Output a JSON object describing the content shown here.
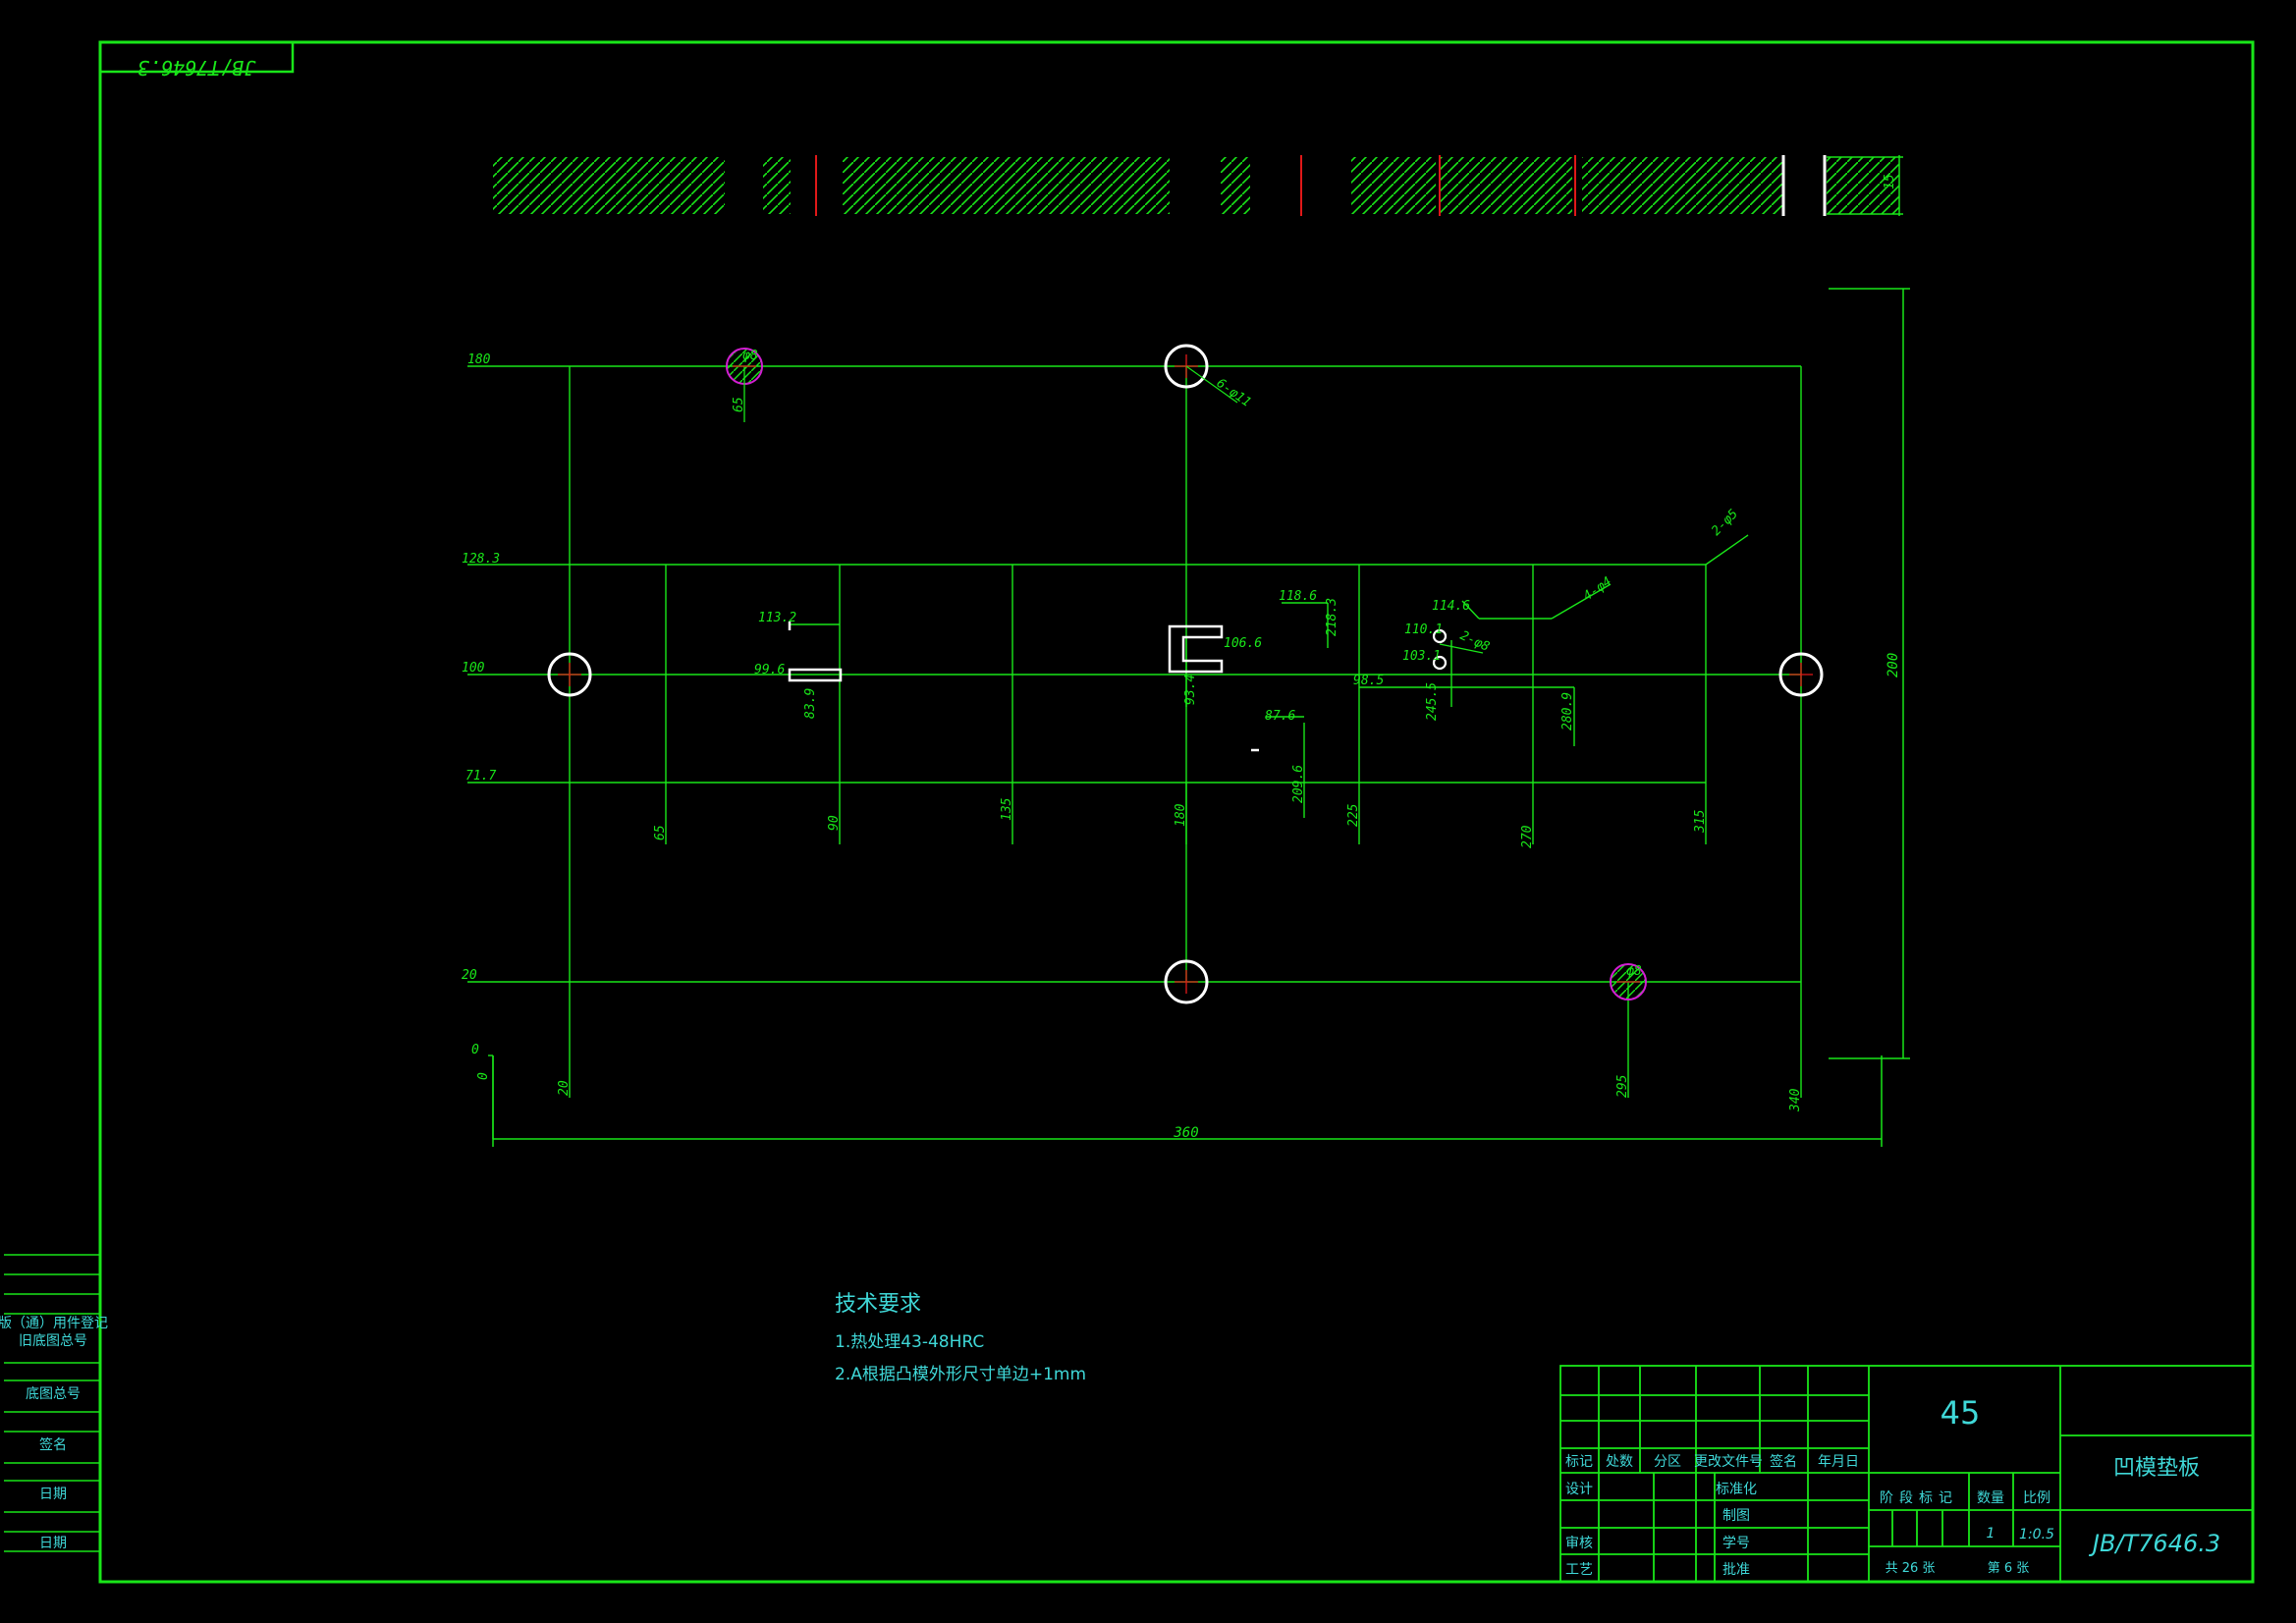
{
  "title_code_rotated": "JB/T7646.3",
  "colors": {
    "frame": "#19e619",
    "text_cyan": "#3fd8d8",
    "hole": "#ffffff",
    "center_mark": "#e01818",
    "magenta": "#d21ed2"
  },
  "tech_req": {
    "heading": "技术要求",
    "line1": "1.热处理43-48HRC",
    "line2": "2.A根据凸模外形尺寸单边+1mm"
  },
  "left_block": {
    "l1": "版（通）用件登记",
    "l2": "旧底图总号",
    "l3": "底图总号",
    "l4": "签名",
    "l5": "日期",
    "l6": "日期"
  },
  "title_block": {
    "material": "45",
    "part_name": "凹模垫板",
    "drawing_no": "JB/T7646.3",
    "h_mark": "标记",
    "h_count": "处数",
    "h_zone": "分区",
    "h_docno": "更改文件号",
    "h_sign": "签名",
    "h_date": "年月日",
    "r_design": "设计",
    "r_check": "审核",
    "r_process": "工艺",
    "r_std": "标准化",
    "r_draw": "制图",
    "r_proof": "学号",
    "r_approve": "批准",
    "stage_label": "阶段标记",
    "weight_label": "数量",
    "scale_label": "比例",
    "weight_val": "1",
    "scale_val": "1:0.5",
    "sheets_total": "共 26  张",
    "sheet_no": "第 6  张"
  },
  "dims": {
    "y180": "180",
    "y128": "128.3",
    "y100": "100",
    "y717": "71.7",
    "y20": "20",
    "y0": "0",
    "x0": "0",
    "x20": "20",
    "x65": "65",
    "x90": "90",
    "x135": "135",
    "x180": "180",
    "x225": "225",
    "x270": "270",
    "x315": "315",
    "x295": "295",
    "x340": "340",
    "total_w": "360",
    "total_h": "200",
    "thick": "15",
    "hole_top_l": "65",
    "d113": "113.2",
    "d996": "99.6",
    "d839": "83.9",
    "d1066": "106.6",
    "d932": "93.4",
    "d1186": "118.6",
    "d2183": "218.3",
    "d1146": "114.6",
    "d1101": "110.1",
    "d1031": "103.1",
    "d2455": "245.5",
    "d2809": "280.9",
    "d985": "98.5",
    "d876": "87.6",
    "d2096": "209.6",
    "c_6phi11": "6-φ11",
    "c_2phi8": "2-φ8",
    "c_4phi4": "4-φ4",
    "c_2phi5": "2-φ5",
    "c_8": "φ8"
  }
}
